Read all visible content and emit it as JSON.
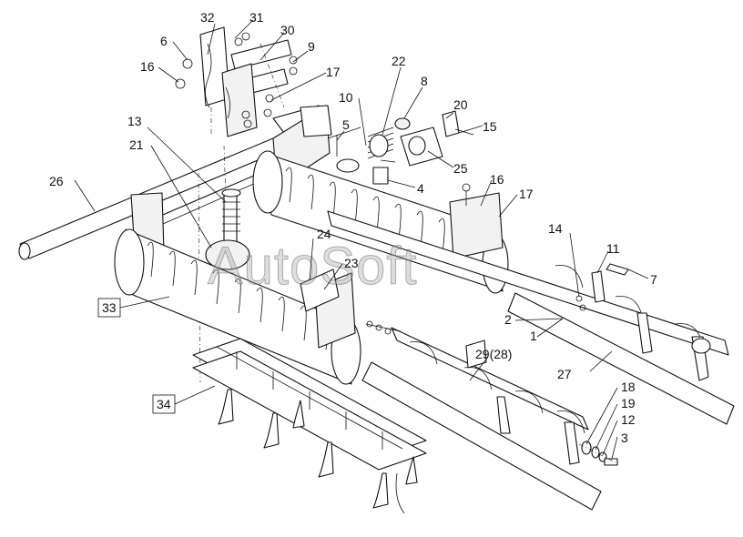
{
  "watermark": "AutoSoft",
  "callouts": [
    {
      "id": "c32",
      "text": "32"
    },
    {
      "id": "c31",
      "text": "31"
    },
    {
      "id": "c30",
      "text": "30"
    },
    {
      "id": "c6",
      "text": "6"
    },
    {
      "id": "c9",
      "text": "9"
    },
    {
      "id": "c16a",
      "text": "16"
    },
    {
      "id": "c17a",
      "text": "17"
    },
    {
      "id": "c22",
      "text": "22"
    },
    {
      "id": "c8",
      "text": "8"
    },
    {
      "id": "c10",
      "text": "10"
    },
    {
      "id": "c20",
      "text": "20"
    },
    {
      "id": "c15",
      "text": "15"
    },
    {
      "id": "c13",
      "text": "13"
    },
    {
      "id": "c5",
      "text": "5"
    },
    {
      "id": "c21",
      "text": "21"
    },
    {
      "id": "c25",
      "text": "25"
    },
    {
      "id": "c26",
      "text": "26"
    },
    {
      "id": "c4",
      "text": "4"
    },
    {
      "id": "c16b",
      "text": "16"
    },
    {
      "id": "c17b",
      "text": "17"
    },
    {
      "id": "c14",
      "text": "14"
    },
    {
      "id": "c11",
      "text": "11"
    },
    {
      "id": "c24",
      "text": "24"
    },
    {
      "id": "c7",
      "text": "7"
    },
    {
      "id": "c23",
      "text": "23"
    },
    {
      "id": "c33",
      "text": "33"
    },
    {
      "id": "c2",
      "text": "2"
    },
    {
      "id": "c1",
      "text": "1"
    },
    {
      "id": "c29",
      "text": "29(28)"
    },
    {
      "id": "c27",
      "text": "27"
    },
    {
      "id": "c34",
      "text": "34"
    },
    {
      "id": "c18",
      "text": "18"
    },
    {
      "id": "c19",
      "text": "19"
    },
    {
      "id": "c12",
      "text": "12"
    },
    {
      "id": "c3",
      "text": "3"
    }
  ]
}
